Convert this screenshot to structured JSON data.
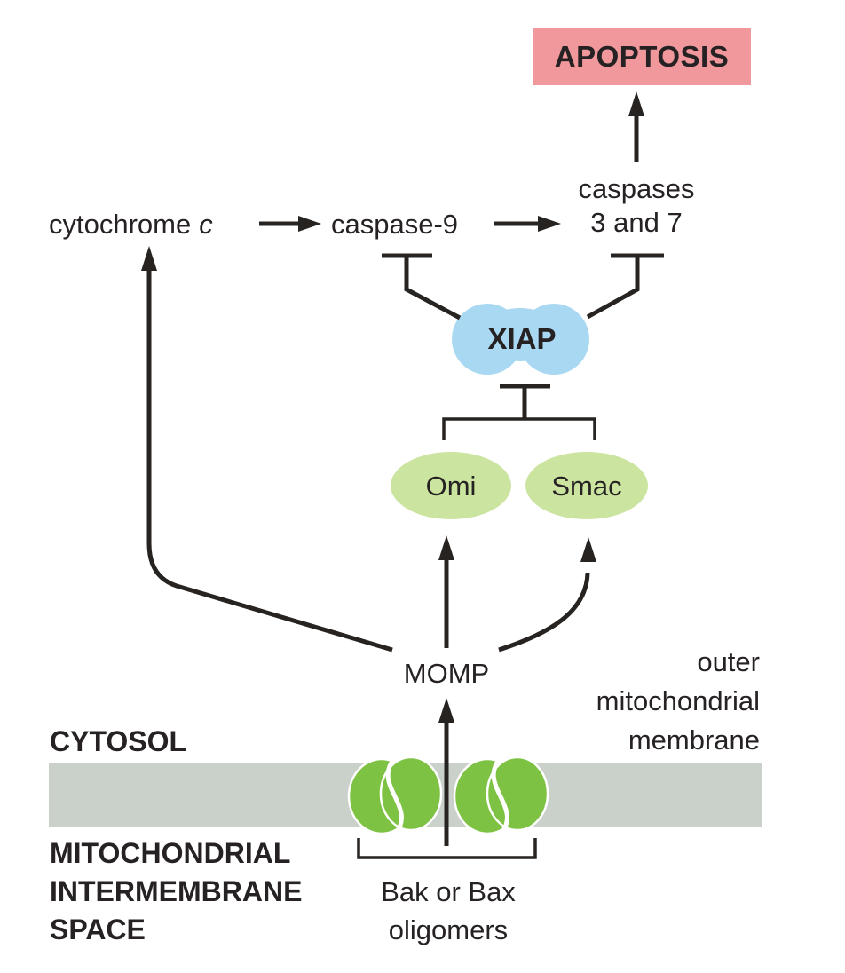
{
  "colors": {
    "apoptosis_box": "#f0989b",
    "xiap_fill": "#a9d9f2",
    "omi_smac_fill": "#cbe5a0",
    "bak_bax_fill": "#7dc243",
    "membrane_fill": "#cad0ca",
    "line": "#272321"
  },
  "nodes": {
    "apoptosis": "APOPTOSIS",
    "caspases37": [
      "caspases",
      "3 and 7"
    ],
    "cytochrome_word": "cytochrome",
    "cytochrome_c_italic": "c",
    "caspase9": "caspase-9",
    "xiap": "XIAP",
    "omi": "Omi",
    "smac": "Smac",
    "momp": "MOMP"
  },
  "labels": {
    "cytosol": "CYTOSOL",
    "outer_membrane": [
      "outer",
      "mitochondrial",
      "membrane"
    ],
    "intermembrane_space": [
      "MITOCHONDRIAL",
      "INTERMEMBRANE",
      "SPACE"
    ],
    "bak_bax": [
      "Bak or Bax",
      "oligomers"
    ]
  }
}
